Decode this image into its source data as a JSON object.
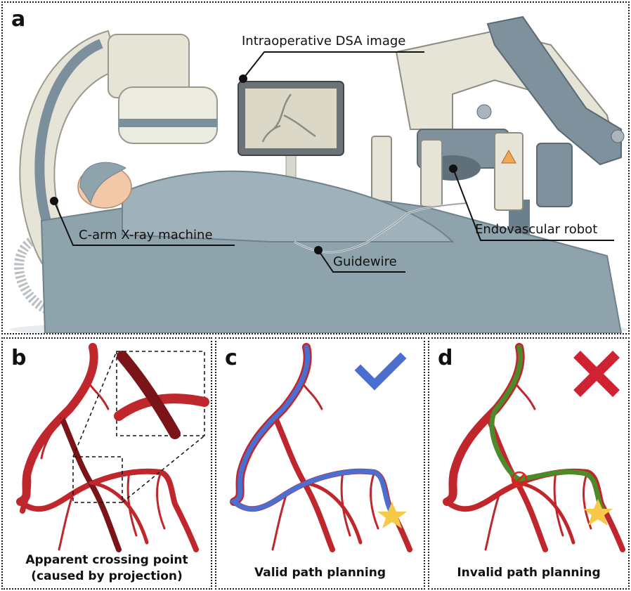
{
  "panels": {
    "a": {
      "label": "a",
      "callouts": {
        "dsa": "Intraoperative DSA image",
        "carm": "C-arm X-ray machine",
        "robot": "Endovascular robot",
        "guidewire": "Guidewire"
      }
    },
    "b": {
      "label": "b",
      "caption_line1": "Apparent crossing point",
      "caption_line2": "(caused by projection)"
    },
    "c": {
      "label": "c",
      "caption": "Valid path planning"
    },
    "d": {
      "label": "d",
      "caption": "Invalid path planning"
    }
  },
  "colors": {
    "vessel": "#c0272d",
    "vessel_dark": "#7a1418",
    "valid_path": "#4a6fd1",
    "invalid_path": "#4e8a2a",
    "check": "#4a6fd1",
    "cross": "#cf2233",
    "star": "#f7c948",
    "drape": "#8fa3ad"
  },
  "icons": [
    "check-icon",
    "cross-icon",
    "star-icon",
    "no-entry-icon"
  ]
}
